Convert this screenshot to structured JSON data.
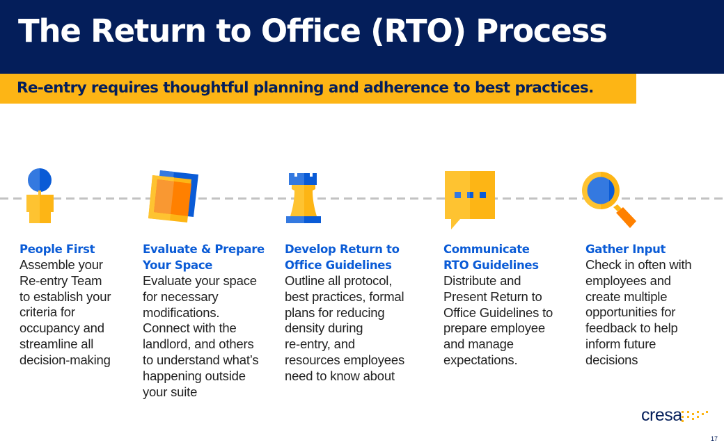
{
  "slide": {
    "title": "The Return to Office (RTO) Process",
    "subtitle": "Re-entry requires thoughtful planning and adherence to best practices.",
    "page_number": "17",
    "logo_text": "cresa"
  },
  "colors": {
    "navy": "#041e5a",
    "gold": "#fdb515",
    "blue": "#0a5bd6",
    "orange": "#ff8000",
    "timeline_gray": "#c2c2c2"
  },
  "steps": [
    {
      "icon": "person-icon",
      "title": "People First",
      "body": "Assemble your\nRe-entry Team\nto establish your\ncriteria for\noccupancy and\nstreamline all\ndecision-making"
    },
    {
      "icon": "layered-squares-icon",
      "title": "Evaluate & Prepare\nYour Space",
      "body": "Evaluate your space\nfor necessary\nmodifications.\nConnect with the\nlandlord, and others\nto understand what’s\nhappening outside\nyour suite"
    },
    {
      "icon": "chess-rook-icon",
      "title": "Develop Return to\nOffice Guidelines",
      "body": "Outline all protocol,\nbest practices, formal\nplans for reducing\ndensity during\nre-entry, and\nresources employees\nneed to know about"
    },
    {
      "icon": "speech-bubble-icon",
      "title": "Communicate\nRTO Guidelines",
      "body": "Distribute and\nPresent Return to\nOffice Guidelines to\nprepare employee\nand manage\nexpectations."
    },
    {
      "icon": "magnifying-glass-icon",
      "title": "Gather Input",
      "body": "Check in often with\nemployees and\ncreate multiple\nopportunities for\nfeedback to help\ninform future\ndecisions"
    }
  ]
}
